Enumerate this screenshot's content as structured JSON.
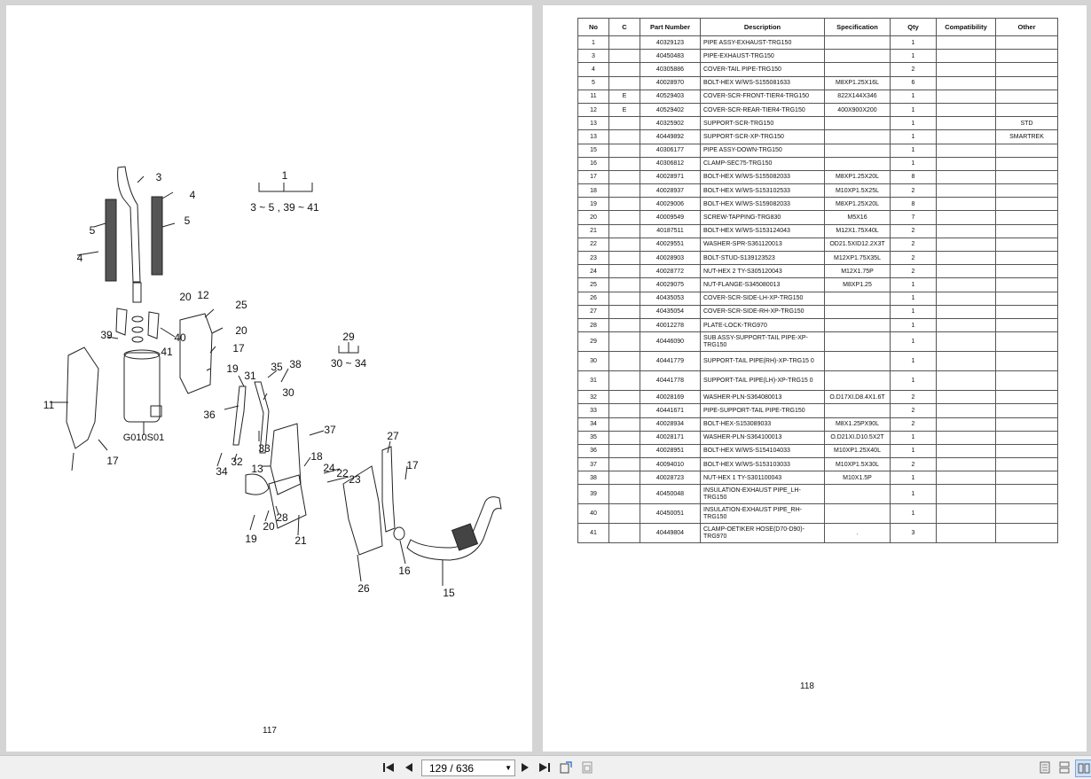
{
  "left_page": {
    "page_number": "117",
    "diagram": {
      "legend_group_1_number": "1",
      "legend_group_1_range": "3 ~ 5 , 39 ~ 41",
      "legend_group_2_number": "29",
      "legend_group_2_range": "30 ~ 34",
      "callouts": [
        "3",
        "4",
        "5",
        "5",
        "4",
        "20",
        "12",
        "25",
        "39",
        "40",
        "20",
        "41",
        "17",
        "19",
        "35",
        "38",
        "31",
        "30",
        "11",
        "36",
        "17",
        "37",
        "34",
        "32",
        "33",
        "27",
        "18",
        "13",
        "24",
        "22",
        "23",
        "17",
        "19",
        "20",
        "28",
        "21",
        "16",
        "26",
        "15"
      ],
      "muffler_label": "G010S01"
    }
  },
  "right_page": {
    "page_number": "118",
    "table": {
      "headers": [
        "No",
        "C",
        "Part Number",
        "Description",
        "Specification",
        "Qty",
        "Compatibility",
        "Other"
      ],
      "rows": [
        [
          "1",
          "",
          "40329123",
          "PIPE ASSY-EXHAUST-TRG150",
          "",
          "1",
          "",
          ""
        ],
        [
          "3",
          "",
          "40450483",
          "PIPE-EXHAUST-TRG150",
          "",
          "1",
          "",
          ""
        ],
        [
          "4",
          "",
          "40305886",
          "COVER-TAIL PIPE-TRG150",
          "",
          "2",
          "",
          ""
        ],
        [
          "5",
          "",
          "40028970",
          "BOLT-HEX W/WS-S155081633",
          "M8XP1.25X16L",
          "6",
          "",
          ""
        ],
        [
          "11",
          "E",
          "40529403",
          "COVER-SCR-FRONT-TIER4-TRG150",
          "822X144X346",
          "1",
          "",
          ""
        ],
        [
          "12",
          "E",
          "40529402",
          "COVER-SCR-REAR-TIER4-TRG150",
          "400X900X200",
          "1",
          "",
          ""
        ],
        [
          "13",
          "",
          "40325902",
          "SUPPORT-SCR-TRG150",
          "",
          "1",
          "",
          "STD"
        ],
        [
          "13",
          "",
          "40449892",
          "SUPPORT-SCR-XP-TRG150",
          "",
          "1",
          "",
          "SMARTREK"
        ],
        [
          "15",
          "",
          "40306177",
          "PIPE ASSY-DOWN-TRG150",
          "",
          "1",
          "",
          ""
        ],
        [
          "16",
          "",
          "40306812",
          "CLAMP-SEC75-TRG150",
          "",
          "1",
          "",
          ""
        ],
        [
          "17",
          "",
          "40028971",
          "BOLT-HEX W/WS-S155082033",
          "M8XP1.25X20L",
          "8",
          "",
          ""
        ],
        [
          "18",
          "",
          "40028937",
          "BOLT-HEX W/WS-S153102533",
          "M10XP1.5X25L",
          "2",
          "",
          ""
        ],
        [
          "19",
          "",
          "40029006",
          "BOLT-HEX W/WS-S159082033",
          "M8XP1.25X20L",
          "8",
          "",
          ""
        ],
        [
          "20",
          "",
          "40009549",
          "SCREW-TAPPING-TRG830",
          "M5X16",
          "7",
          "",
          ""
        ],
        [
          "21",
          "",
          "40187511",
          "BOLT-HEX W/WS-S153124043",
          "M12X1.75X40L",
          "2",
          "",
          ""
        ],
        [
          "22",
          "",
          "40029551",
          "WASHER-SPR-S361120013",
          "OD21.5XID12.2X3T",
          "2",
          "",
          ""
        ],
        [
          "23",
          "",
          "40028903",
          "BOLT-STUD-S139123523",
          "M12XP1.75X35L",
          "2",
          "",
          ""
        ],
        [
          "24",
          "",
          "40028772",
          "NUT-HEX 2 TY-S305120043",
          "M12X1.75P",
          "2",
          "",
          ""
        ],
        [
          "25",
          "",
          "40029075",
          "NUT-FLANGE-S345080013",
          "M8XP1.25",
          "1",
          "",
          ""
        ],
        [
          "26",
          "",
          "40435053",
          "COVER-SCR-SIDE-LH-XP-TRG150",
          "",
          "1",
          "",
          ""
        ],
        [
          "27",
          "",
          "40435054",
          "COVER-SCR-SIDE-RH-XP-TRG150",
          "",
          "1",
          "",
          ""
        ],
        [
          "28",
          "",
          "40012278",
          "PLATE-LOCK-TRG970",
          "",
          "1",
          "",
          ""
        ],
        [
          "29",
          "",
          "40446090",
          "SUB ASSY-SUPPORT-TAIL PIPE-XP-TRG150",
          "",
          "1",
          "",
          ""
        ],
        [
          "30",
          "",
          "40441779",
          "SUPPORT-TAIL PIPE(RH)-XP-TRG15 0",
          "",
          "1",
          "",
          ""
        ],
        [
          "31",
          "",
          "40441778",
          "SUPPORT-TAIL PIPE(LH)-XP-TRG15 0",
          "",
          "1",
          "",
          ""
        ],
        [
          "32",
          "",
          "40028169",
          "WASHER-PLN-S364080013",
          "O.D17XI.D8.4X1.6T",
          "2",
          "",
          ""
        ],
        [
          "33",
          "",
          "40441671",
          "PIPE-SUPPORT-TAIL PIPE-TRG150",
          "",
          "2",
          "",
          ""
        ],
        [
          "34",
          "",
          "40028934",
          "BOLT-HEX-S153089033",
          "M8X1.25PX90L",
          "2",
          "",
          ""
        ],
        [
          "35",
          "",
          "40028171",
          "WASHER-PLN-S364100013",
          "O.D21XI.D10.5X2T",
          "1",
          "",
          ""
        ],
        [
          "36",
          "",
          "40028951",
          "BOLT-HEX W/WS-S154104033",
          "M10XP1.25X40L",
          "1",
          "",
          ""
        ],
        [
          "37",
          "",
          "40094010",
          "BOLT-HEX W/WS-S153103033",
          "M10XP1.5X30L",
          "2",
          "",
          ""
        ],
        [
          "38",
          "",
          "40028723",
          "NUT-HEX 1 TY-S301100043",
          "M10X1.5P",
          "1",
          "",
          ""
        ],
        [
          "39",
          "",
          "40450048",
          "INSULATION-EXHAUST PIPE_LH-TRG150",
          "",
          "1",
          "",
          ""
        ],
        [
          "40",
          "",
          "40450051",
          "INSULATION-EXHAUST PIPE_RH-TRG150",
          "",
          "1",
          "",
          ""
        ],
        [
          "41",
          "",
          "40449804",
          "CLAMP-OETIKER HOSE(D70-D90)-TRG970",
          ".",
          "3",
          "",
          ""
        ]
      ]
    }
  },
  "toolbar": {
    "page_indicator": "129 / 636",
    "icons": [
      "first-page-icon",
      "prev-page-icon",
      "page-dropdown-icon",
      "next-page-icon",
      "last-page-icon",
      "rotate-icon",
      "fit-page-icon",
      "single-page-icon",
      "continuous-page-icon",
      "two-page-icon"
    ]
  }
}
